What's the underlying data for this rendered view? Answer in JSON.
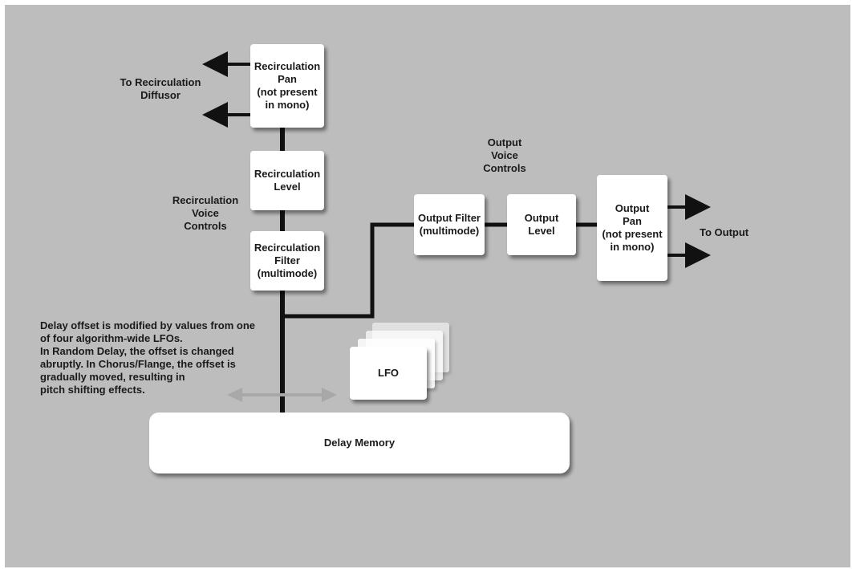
{
  "boxes": {
    "recirc_pan": "Recirculation\nPan\n(not present\nin mono)",
    "recirc_level": "Recirculation\nLevel",
    "recirc_filter": "Recirculation\nFilter\n(multimode)",
    "output_filter": "Output Filter\n(multimode)",
    "output_level": "Output\nLevel",
    "output_pan": "Output\nPan\n(not present\nin mono)",
    "lfo": "LFO",
    "delay_memory": "Delay Memory"
  },
  "labels": {
    "to_recirc_diffusor": "To Recirculation\nDiffusor",
    "recirc_voice_controls": "Recirculation\nVoice\nControls",
    "output_voice_controls": "Output\nVoice\nControls",
    "to_output": "To Output",
    "delay_offset_note": "Delay offset is modified by values from one\nof four algorithm-wide LFOs.\nIn Random Delay, the offset is changed\nabruptly. In Chorus/Flange, the offset is\ngradually moved, resulting in\npitch shifting effects."
  },
  "colors": {
    "background": "#bdbdbd",
    "box_fill": "#ffffff",
    "line": "#111111",
    "offset_arrow": "#a8a8a8"
  }
}
